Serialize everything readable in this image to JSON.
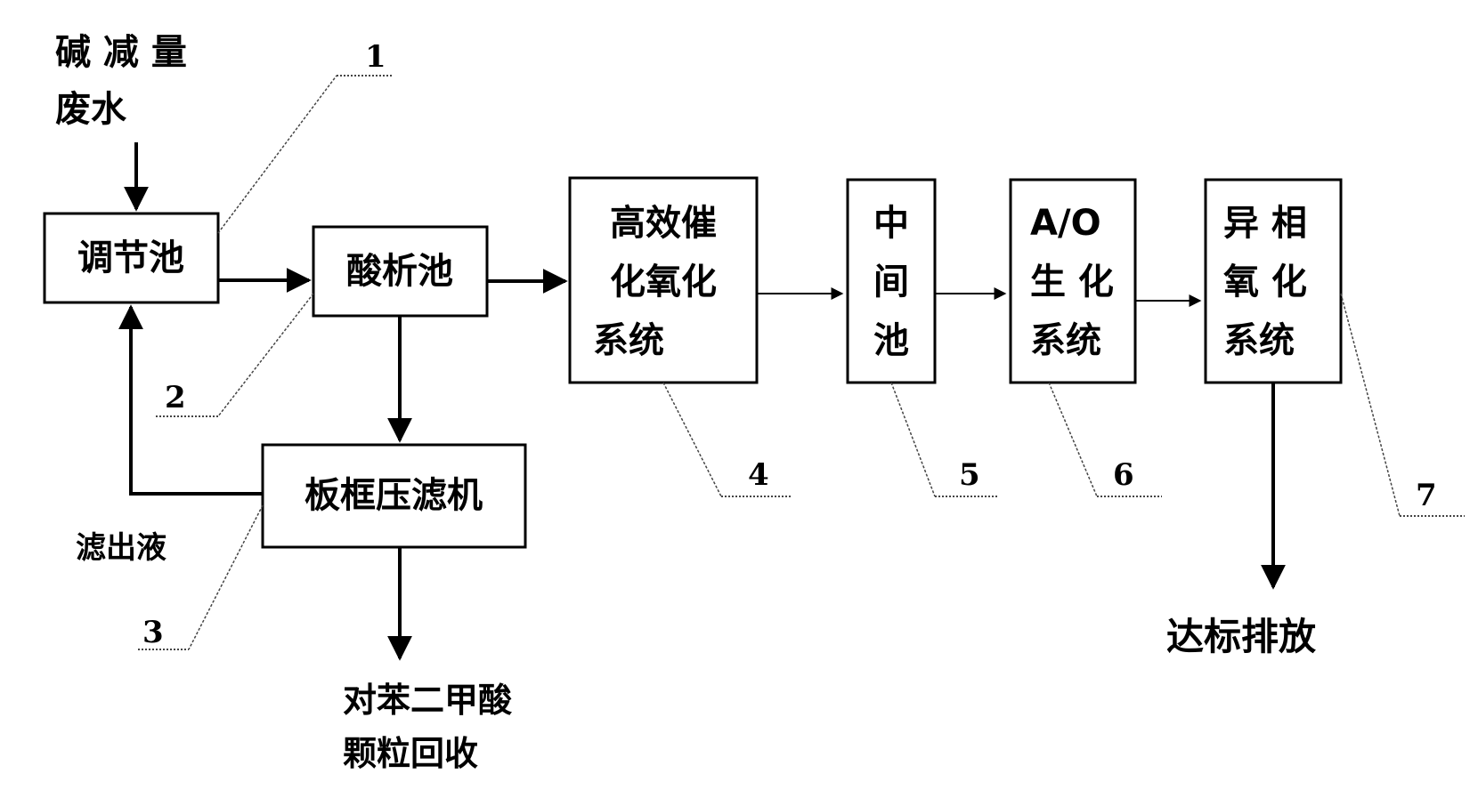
{
  "input": {
    "line1": "碱 减 量",
    "line2": "废水"
  },
  "boxes": {
    "b1": {
      "lines": [
        "调节池"
      ]
    },
    "b2": {
      "lines": [
        "酸析池"
      ]
    },
    "b3": {
      "lines": [
        "板框压滤机"
      ]
    },
    "b4": {
      "lines": [
        "高效催",
        "化氧化",
        "系统"
      ]
    },
    "b5": {
      "lines": [
        "中",
        "间",
        "池"
      ]
    },
    "b6": {
      "lines": [
        "A/O",
        "生 化",
        "系统"
      ]
    },
    "b7": {
      "lines": [
        "异 相",
        "氧 化",
        "系统"
      ]
    }
  },
  "labels": {
    "filtrate": "滤出液",
    "recovery_line1": "对苯二甲酸",
    "recovery_line2": "颗粒回收",
    "discharge": "达标排放"
  },
  "numbers": {
    "n1": "1",
    "n2": "2",
    "n3": "3",
    "n4": "4",
    "n5": "5",
    "n6": "6",
    "n7": "7"
  }
}
